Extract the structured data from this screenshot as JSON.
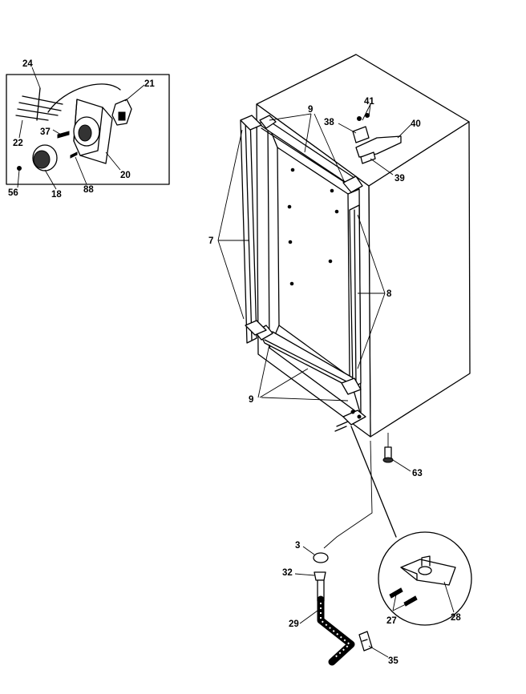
{
  "labels": {
    "l24": "24",
    "l21": "21",
    "l22": "22",
    "l37": "37",
    "l20": "20",
    "l56": "56",
    "l18": "18",
    "l88": "88",
    "l9a": "9",
    "l41": "41",
    "l38": "38",
    "l40": "40",
    "l39": "39",
    "l7": "7",
    "l8": "8",
    "l9b": "9",
    "l63": "63",
    "l3": "3",
    "l32": "32",
    "l29": "29",
    "l35": "35",
    "l27": "27",
    "l28": "28"
  }
}
